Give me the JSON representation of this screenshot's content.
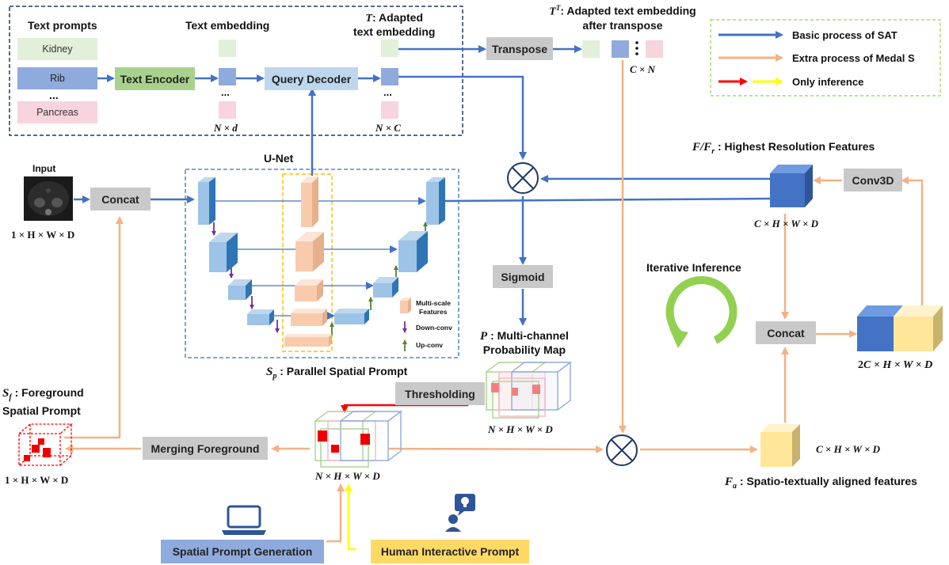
{
  "text_prompts": {
    "header": "Text prompts",
    "items": [
      "Kidney",
      "Rib",
      "...",
      "Pancreas"
    ],
    "colors": [
      "#e2f0d9",
      "#8faadc",
      "#f8d4dc"
    ]
  },
  "text_embedding": {
    "header": "Text embedding",
    "dim": "N × d"
  },
  "text_encoder": {
    "label": "Text Encoder",
    "color": "#a9d18e"
  },
  "query_decoder": {
    "label": "Query Decoder",
    "color": "#bdd7ee"
  },
  "adapted": {
    "header_math": "T",
    "header_text": ": Adapted",
    "header_line2": "text embedding",
    "dim": "N × C"
  },
  "transposed": {
    "header_math": "T",
    "header_sup": "T",
    "header_text": ": Adapted text embedding",
    "header_line2": "after transpose",
    "dim": "C × N"
  },
  "transpose_label": "Transpose",
  "legend": {
    "items": [
      {
        "label": "Basic process of SAT",
        "color": "#4472c4"
      },
      {
        "label": "Extra process of Medal S",
        "color": "#f4b183"
      },
      {
        "label": "Only inference",
        "colors": [
          "#ff0000",
          "#ffff00"
        ]
      }
    ]
  },
  "unet": {
    "title": "U-Net",
    "legend": {
      "multiscale": [
        "Multi-scale",
        "Features"
      ],
      "down": "Down-conv",
      "up": "Up-conv"
    },
    "caption_math": "S",
    "caption_sub": "p",
    "caption_text": ": Parallel Spatial Prompt"
  },
  "input": {
    "label": "Input",
    "dim": "1 × H × W × D"
  },
  "concat_left": "Concat",
  "sigmoid": "Sigmoid",
  "highest_res": {
    "math": "F/F",
    "sub": "r",
    "text": ": Highest Resolution Features",
    "dim": "C × H × W × D"
  },
  "conv3d": "Conv3D",
  "iterative": "Iterative Inference",
  "concat_right": "Concat",
  "concat_out": {
    "dim_prefix": "2",
    "dim": "C × H × W × D"
  },
  "prob_map": {
    "math": "P",
    "text": ": Multi-channel",
    "line2": "Probability Map",
    "dim": "N × H × W × D"
  },
  "thresholding": "Thresholding",
  "merge_cube": {
    "dim": "N × H × W × D"
  },
  "merging": "Merging Foreground",
  "foreground": {
    "math": "S",
    "sub": "f",
    "text": ": Foreground",
    "line2": "Spatial Prompt",
    "dim": "1 × H × W × D"
  },
  "aligned": {
    "math": "F",
    "sub": "a",
    "text": ": Spatio-textually aligned features",
    "dim": "C × H × W × D"
  },
  "spatial_gen": {
    "label": "Spatial Prompt Generation",
    "color": "#8faadc"
  },
  "human_prompt": {
    "label": "Human Interactive Prompt",
    "color": "#ffd966"
  }
}
